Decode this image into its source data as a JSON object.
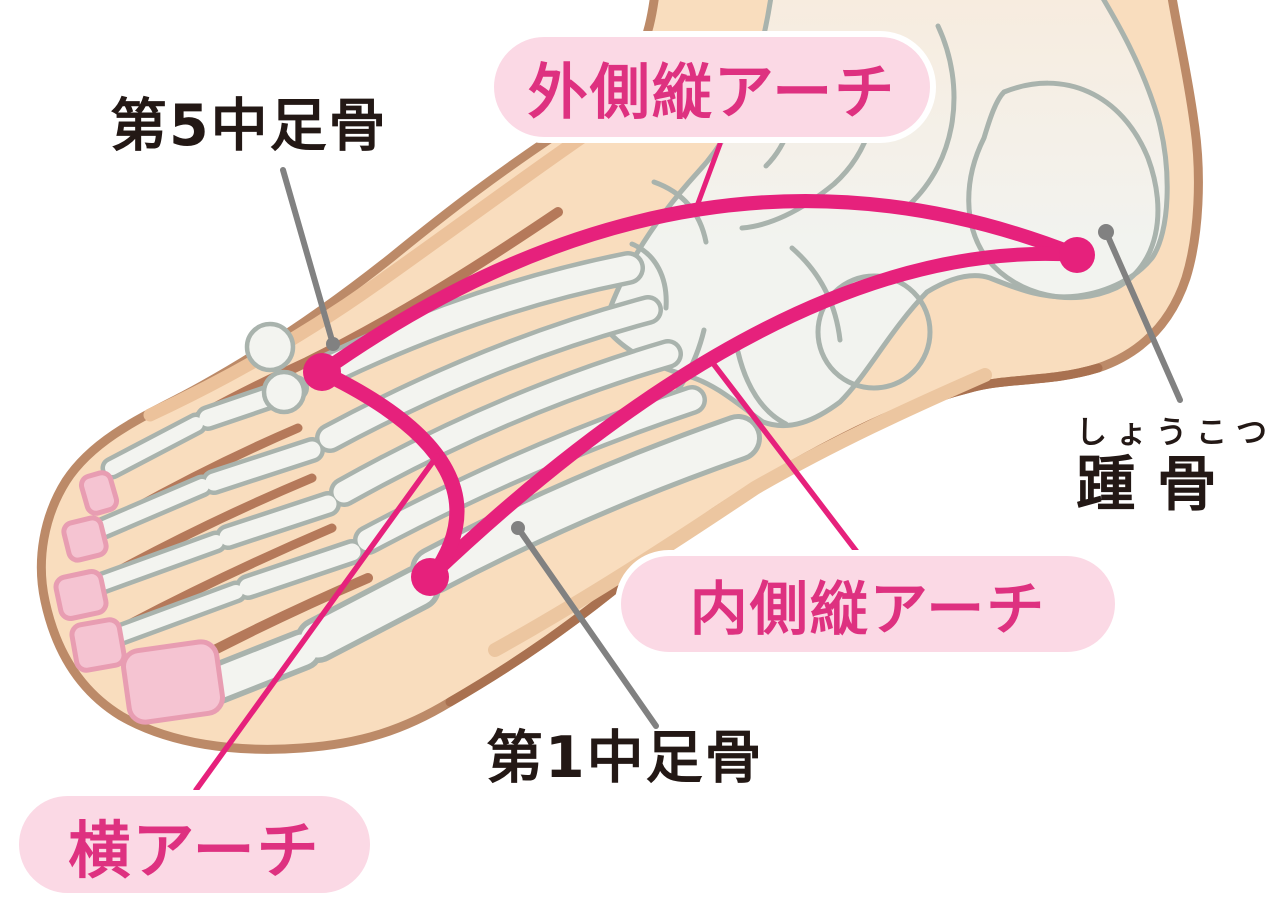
{
  "labels": {
    "metatarsal5": "第5中足骨",
    "lateral_arch": "外側縦アーチ",
    "calcaneus_furigana": "しょうこつ",
    "calcaneus": "踵 骨",
    "medial_arch": "内側縦アーチ",
    "metatarsal1": "第1中足骨",
    "transverse_arch": "横アーチ"
  },
  "colors": {
    "background": "#ffffff",
    "arch_line": "#e6217c",
    "pill_bg": "#fbd9e5",
    "pill_text": "#de3180",
    "label_text": "#231815",
    "leader_gray": "#818181",
    "skin": "#f9ddbe",
    "skin_outline": "#bc8a68",
    "skin_outline_dark": "#a97150",
    "bone_fill": "#f3f4f0",
    "bone_outline": "#a9b3ad",
    "nail_fill": "#f5c4d2",
    "nail_outline": "#e89db2"
  }
}
